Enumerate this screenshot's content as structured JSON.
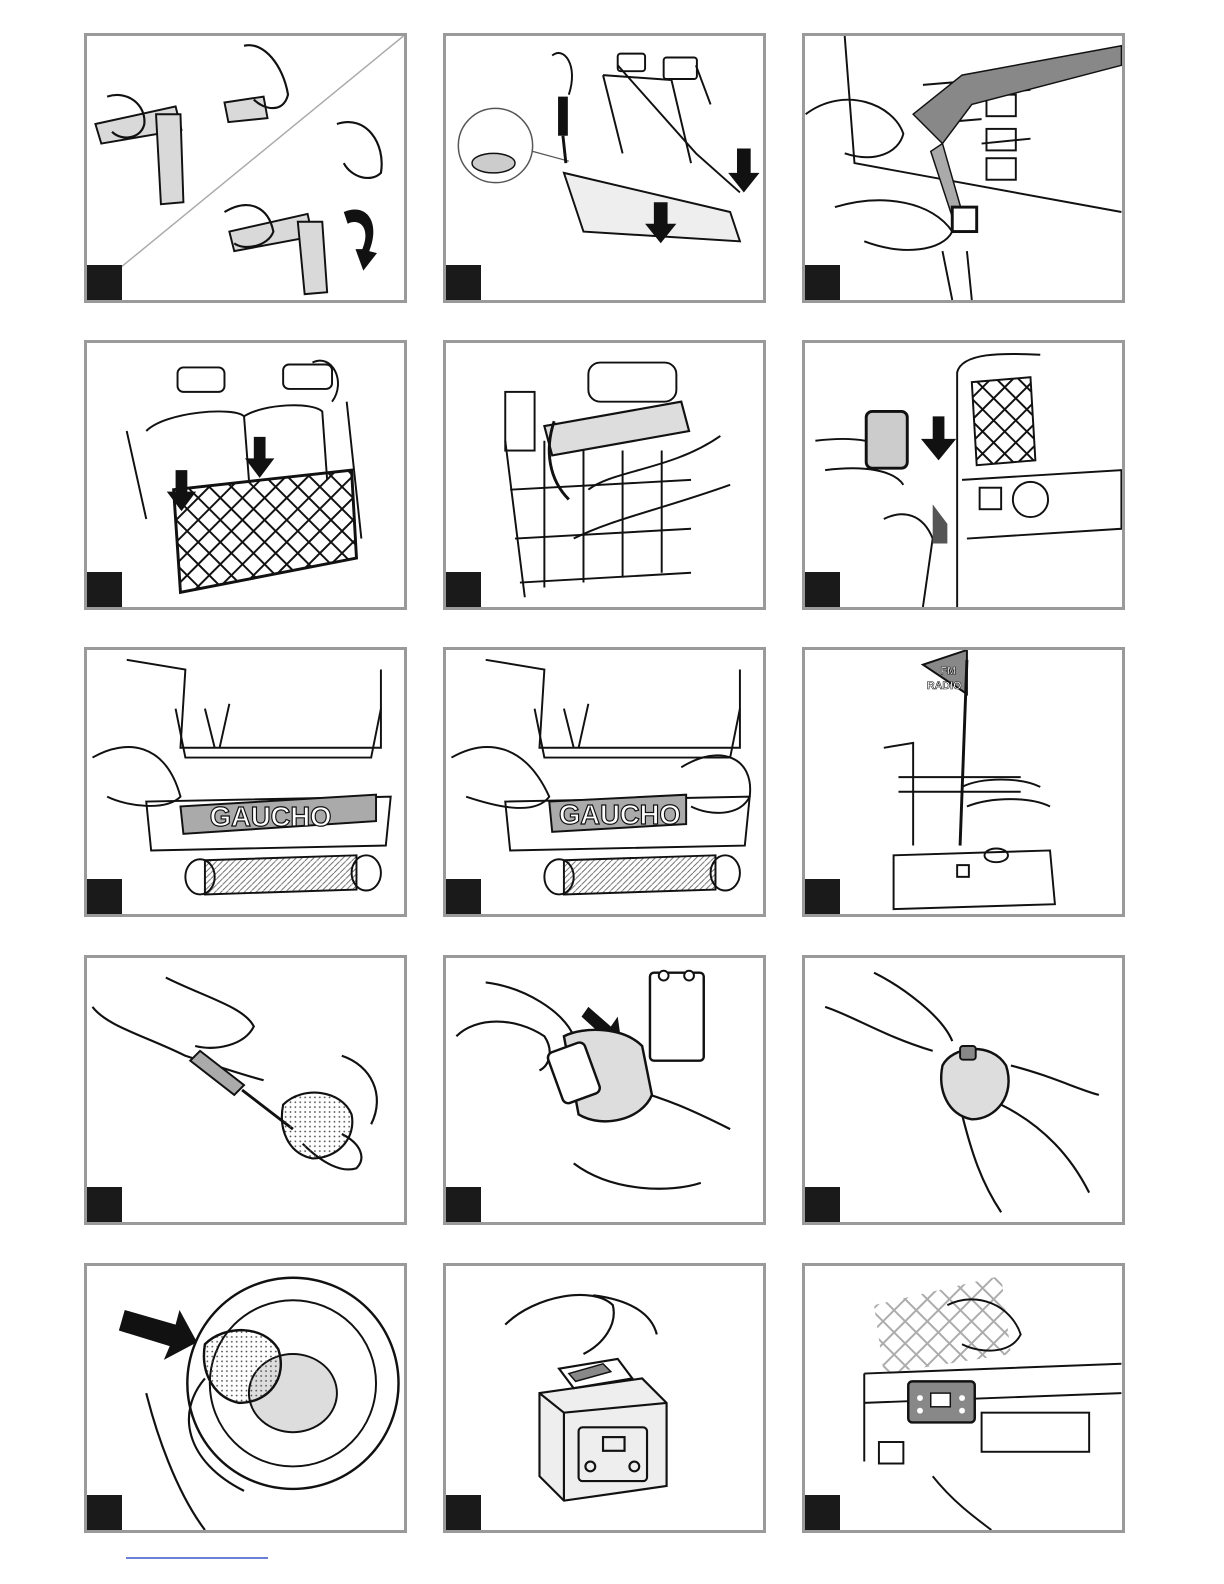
{
  "page": {
    "background": "#ffffff"
  },
  "colors": {
    "frame": "#9a9a9a",
    "marker": "#1a1a1a",
    "ink": "#111111",
    "fill": "#d9d9d9",
    "footer_rule": "#6b7fd6"
  },
  "panels": [
    {
      "id": 1,
      "scene": "handlebar-assembly"
    },
    {
      "id": 2,
      "scene": "seat-screw-install",
      "icons": [
        "screwdriver-icon",
        "down-arrow-icon"
      ]
    },
    {
      "id": 3,
      "scene": "seat-belt-buckle"
    },
    {
      "id": 4,
      "scene": "seat-net-install",
      "icons": [
        "down-arrow-icon"
      ]
    },
    {
      "id": 5,
      "scene": "roll-bar-strap"
    },
    {
      "id": 6,
      "scene": "mirror-install",
      "icons": [
        "down-arrow-icon"
      ]
    },
    {
      "id": 7,
      "scene": "decal-apply-start",
      "decal_text": "GAUCHO"
    },
    {
      "id": 8,
      "scene": "decal-apply-finish",
      "decal_text": "GAUCHO"
    },
    {
      "id": 9,
      "scene": "radio-antenna-flag",
      "flag_text": [
        "FM",
        "RADIO"
      ]
    },
    {
      "id": 10,
      "scene": "remote-screwdriver"
    },
    {
      "id": 11,
      "scene": "battery-insert",
      "icons": [
        "battery-icon",
        "arrow-icon"
      ]
    },
    {
      "id": 12,
      "scene": "battery-cover-close"
    },
    {
      "id": 13,
      "scene": "steering-wheel-remote",
      "icons": [
        "arrow-icon"
      ]
    },
    {
      "id": 14,
      "scene": "radio-battery-compartment"
    },
    {
      "id": 15,
      "scene": "dashboard-radio-install"
    }
  ]
}
